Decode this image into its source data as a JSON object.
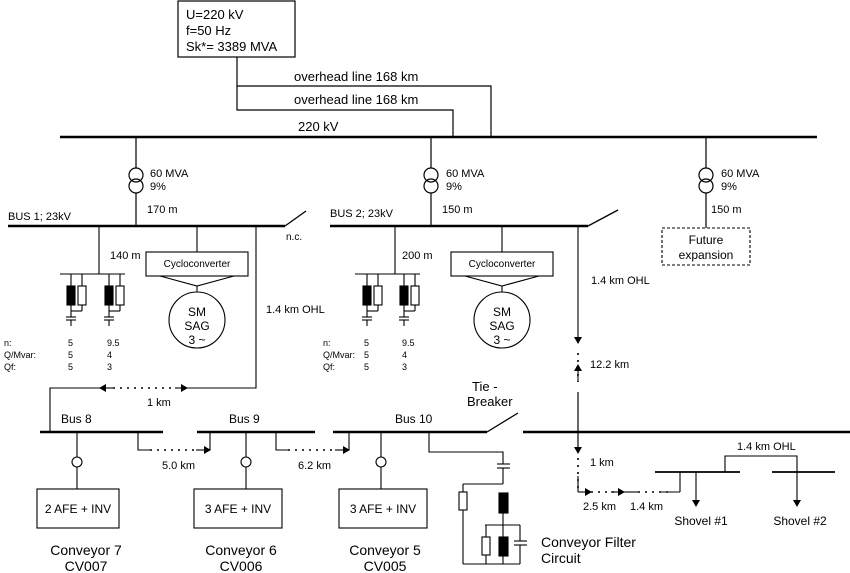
{
  "source": {
    "voltage": "U=220 kV",
    "frequency": "f=50 Hz",
    "short_circuit": "Sk*= 3389 MVA"
  },
  "lines": {
    "ohl_1": "overhead line 168 km",
    "ohl_2": "overhead line 168 km"
  },
  "hv_bus": {
    "label": "220 kV"
  },
  "transformers": [
    {
      "rating": "60 MVA",
      "impedance": "9%"
    },
    {
      "rating": "60 MVA",
      "impedance": "9%"
    },
    {
      "rating": "60 MVA",
      "impedance": "9%"
    }
  ],
  "feeders": {
    "t1_cable": "170 m",
    "t2_cable": "150 m",
    "t3_cable": "150 m"
  },
  "buses": {
    "bus1": "BUS 1; 23kV",
    "bus2": "BUS 2; 23kV",
    "bus8": "Bus 8",
    "bus9": "Bus 9",
    "bus10": "Bus 10"
  },
  "normally_closed": "n.c.",
  "future": {
    "line1": "Future",
    "line2": "expansion"
  },
  "filters": {
    "bus1_cable": "140 m",
    "bus2_cable": "200 m",
    "labels": {
      "n": "n:",
      "q": "Q/Mvar:",
      "qf": "Qf:"
    },
    "bus1": {
      "n": [
        "5",
        "9.5"
      ],
      "q": [
        "5",
        "4"
      ],
      "qf": [
        "5",
        "3"
      ]
    },
    "bus2": {
      "n": [
        "5",
        "9.5"
      ],
      "q": [
        "5",
        "4"
      ],
      "qf": [
        "5",
        "3"
      ]
    }
  },
  "drives": {
    "cycloconverter_1": "Cycloconverter",
    "cycloconverter_2": "Cycloconverter",
    "motor_1": {
      "line1": "SM",
      "line2": "SAG",
      "line3": "3 ~"
    },
    "motor_2": {
      "line1": "SM",
      "line2": "SAG",
      "line3": "3 ~"
    }
  },
  "distances": {
    "ohl_bus1": "1.4 km OHL",
    "ohl_bus2": "1.4 km OHL",
    "bus8_link": "1 km",
    "bus8_bus9": "5.0 km",
    "bus9_bus10": "6.2 km",
    "vertical_12_2": "12.2 km",
    "vertical_1": "1 km",
    "h_2_5": "2.5 km",
    "h_1_4": "1.4 km",
    "shovel_ohl": "1.4 km OHL"
  },
  "tie_breaker": {
    "line1": "Tie -",
    "line2": "Breaker"
  },
  "conveyors": [
    {
      "box": "2 AFE + INV",
      "name": "Conveyor 7",
      "code": "CV007"
    },
    {
      "box": "3 AFE + INV",
      "name": "Conveyor 6",
      "code": "CV006"
    },
    {
      "box": "3 AFE + INV",
      "name": "Conveyor 5",
      "code": "CV005"
    }
  ],
  "conveyor_filter": {
    "line1": "Conveyor Filter",
    "line2": "Circuit"
  },
  "shovels": {
    "s1": "Shovel #1",
    "s2": "Shovel #2"
  }
}
